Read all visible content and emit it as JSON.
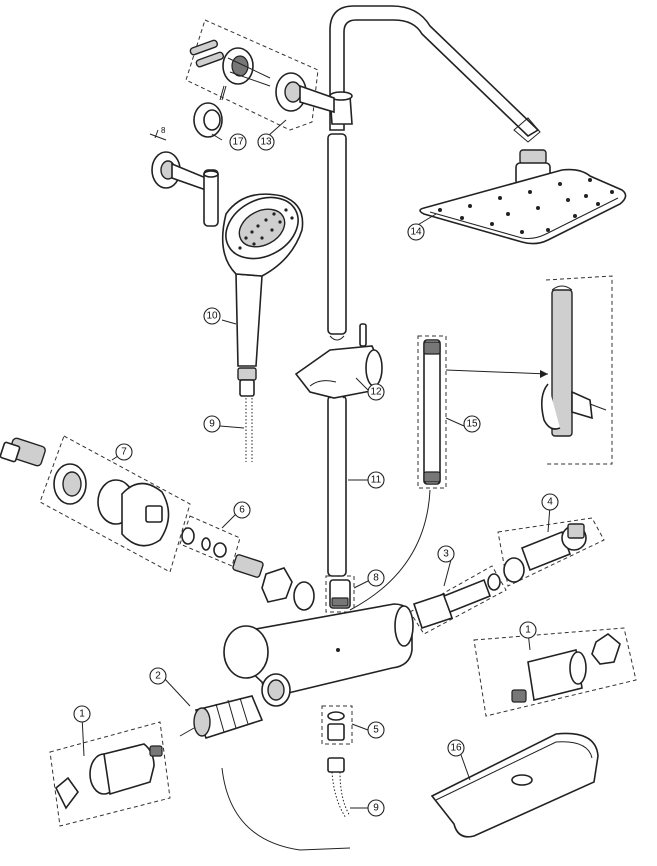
{
  "callouts": {
    "c1_left": "1",
    "c1_right": "1",
    "c2": "2",
    "c3": "3",
    "c4": "4",
    "c5": "5",
    "c6": "6",
    "c7": "7",
    "c8": "8",
    "c9_top": "9",
    "c9_bottom": "9",
    "c10": "10",
    "c11": "11",
    "c12": "12",
    "c13": "13",
    "c14": "14",
    "c15": "15",
    "c16": "16",
    "c17": "17"
  },
  "dimension": {
    "spacing": "8"
  }
}
